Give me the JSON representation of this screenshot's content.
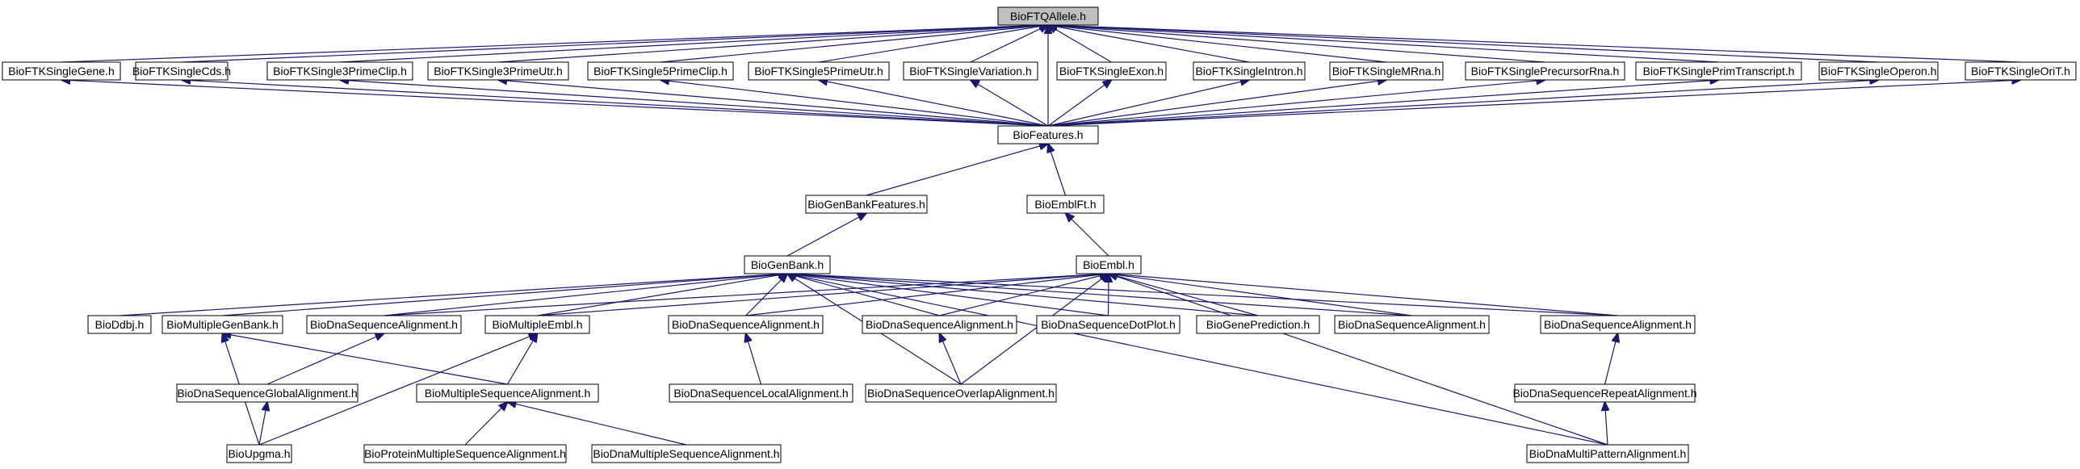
{
  "colors": {
    "edge": "#191970",
    "root_fill": "#bfbfbf",
    "node_fill": "#ffffff",
    "node_border": "#000000"
  },
  "nodes": {
    "root": "BioFTQAllele.h",
    "ftkgene": "BioFTKSingleGene.h",
    "ftkcds": "BioFTKSingleCds.h",
    "ftk3clip": "BioFTKSingle3PrimeClip.h",
    "ftk3utr": "BioFTKSingle3PrimeUtr.h",
    "ftk5clip": "BioFTKSingle5PrimeClip.h",
    "ftk5utr": "BioFTKSingle5PrimeUtr.h",
    "ftkvar": "BioFTKSingleVariation.h",
    "ftkexon": "BioFTKSingleExon.h",
    "ftkintron": "BioFTKSingleIntron.h",
    "ftkmrna": "BioFTKSingleMRna.h",
    "ftkprec": "BioFTKSinglePrecursorRna.h",
    "ftkprim": "BioFTKSinglePrimTranscript.h",
    "ftkoperon": "BioFTKSingleOperon.h",
    "ftkorit": "BioFTKSingleOriT.h",
    "features": "BioFeatures.h",
    "gbfeat": "BioGenBankFeatures.h",
    "emblft": "BioEmblFt.h",
    "genbank": "BioGenBank.h",
    "embl": "BioEmbl.h",
    "ddbj": "BioDdbj.h",
    "multigb": "BioMultipleGenBank.h",
    "dsa1": "BioDnaSequenceAlignment.h",
    "multiembl": "BioMultipleEmbl.h",
    "dsa2": "BioDnaSequenceAlignment.h",
    "dsa3": "BioDnaSequenceAlignment.h",
    "dotplot": "BioDnaSequenceDotPlot.h",
    "genepred": "BioGenePrediction.h",
    "dsa4": "BioDnaSequenceAlignment.h",
    "dsa5": "BioDnaSequenceAlignment.h",
    "global": "BioDnaSequenceGlobalAlignment.h",
    "msa": "BioMultipleSequenceAlignment.h",
    "local": "BioDnaSequenceLocalAlignment.h",
    "overlap": "BioDnaSequenceOverlapAlignment.h",
    "repeat": "BioDnaSequenceRepeatAlignment.h",
    "upgma": "BioUpgma.h",
    "protmsa": "BioProteinMultipleSequenceAlignment.h",
    "dnamsa": "BioDnaMultipleSequenceAlignment.h",
    "multipattern": "BioDnaMultiPatternAlignment.h"
  }
}
